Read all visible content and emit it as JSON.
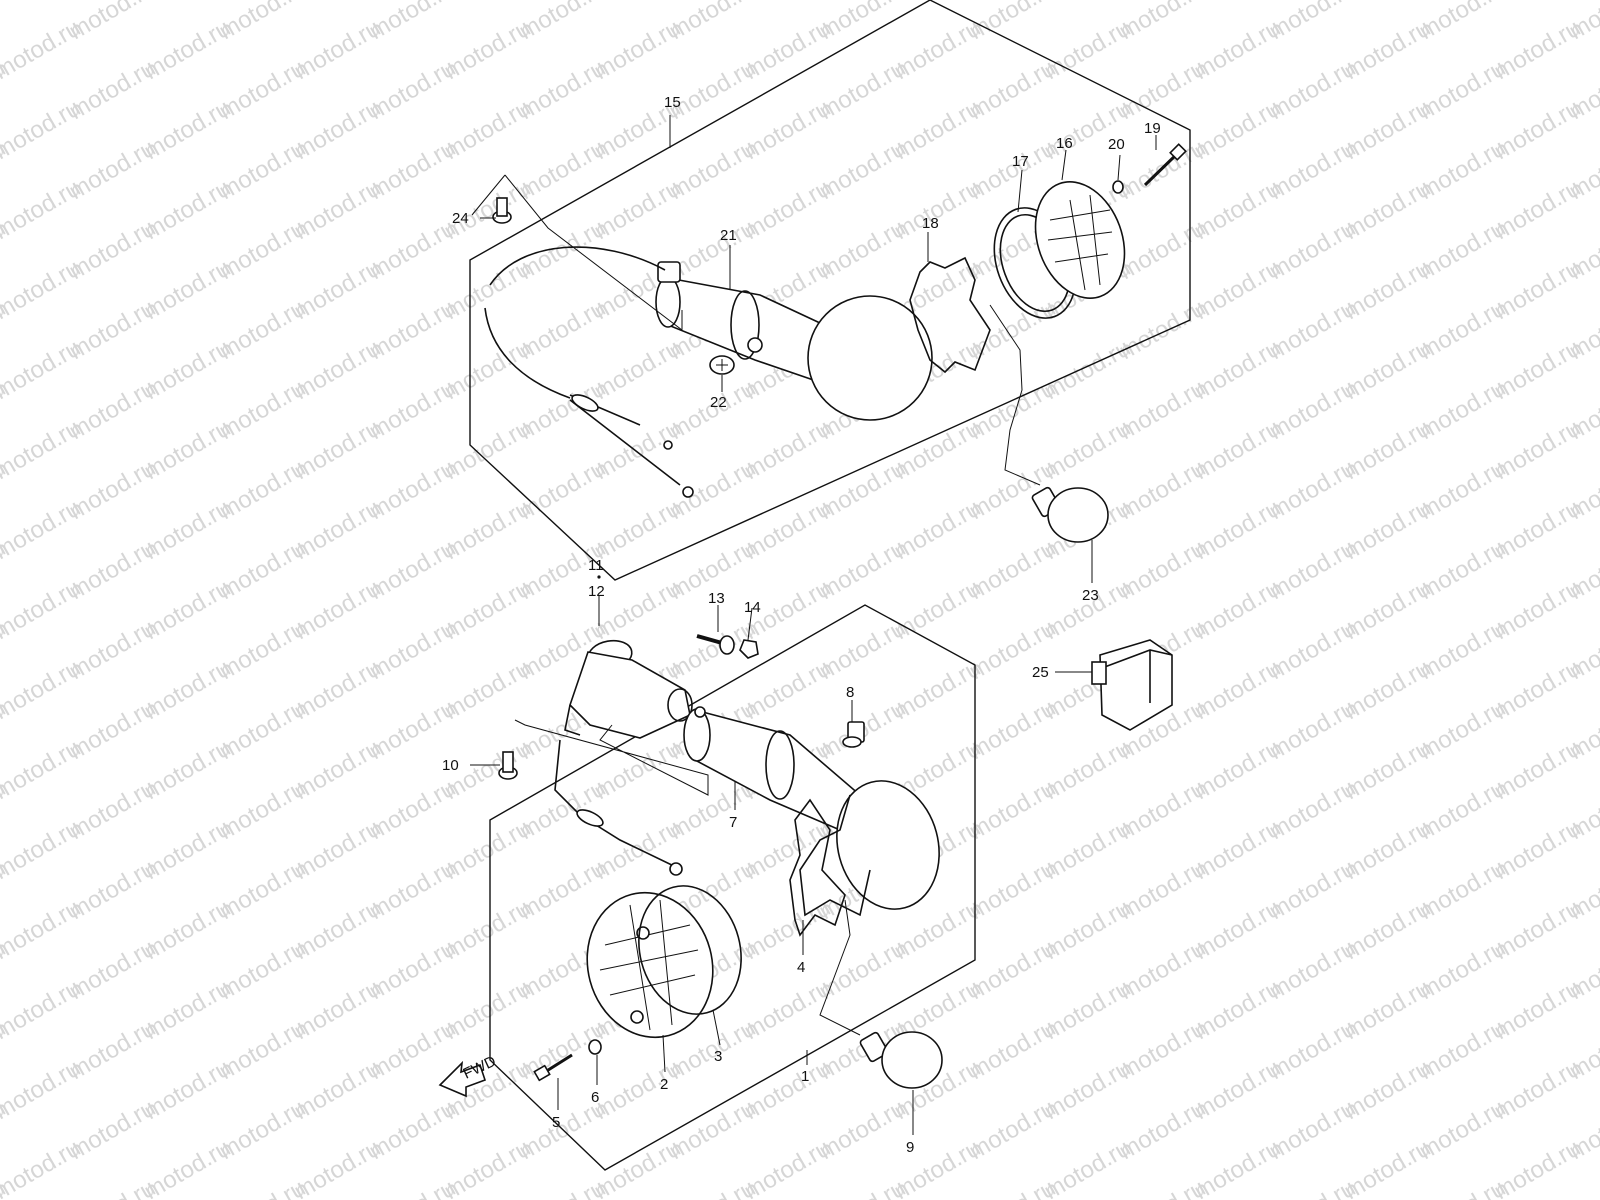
{
  "watermark_text": "motod.ru",
  "fwd_label": "FWD",
  "callouts": [
    {
      "id": "1",
      "text": "1"
    },
    {
      "id": "2",
      "text": "2"
    },
    {
      "id": "3",
      "text": "3"
    },
    {
      "id": "4",
      "text": "4"
    },
    {
      "id": "5",
      "text": "5"
    },
    {
      "id": "6",
      "text": "6"
    },
    {
      "id": "7",
      "text": "7"
    },
    {
      "id": "8",
      "text": "8"
    },
    {
      "id": "9",
      "text": "9"
    },
    {
      "id": "10",
      "text": "10"
    },
    {
      "id": "11",
      "text": "11"
    },
    {
      "id": "12",
      "text": "12"
    },
    {
      "id": "13",
      "text": "13"
    },
    {
      "id": "14",
      "text": "14"
    },
    {
      "id": "15",
      "text": "15"
    },
    {
      "id": "16",
      "text": "16"
    },
    {
      "id": "17",
      "text": "17"
    },
    {
      "id": "18",
      "text": "18"
    },
    {
      "id": "19",
      "text": "19"
    },
    {
      "id": "20",
      "text": "20"
    },
    {
      "id": "21",
      "text": "21"
    },
    {
      "id": "22",
      "text": "22"
    },
    {
      "id": "23",
      "text": "23"
    },
    {
      "id": "24",
      "text": "24"
    },
    {
      "id": "25",
      "text": "25"
    }
  ]
}
